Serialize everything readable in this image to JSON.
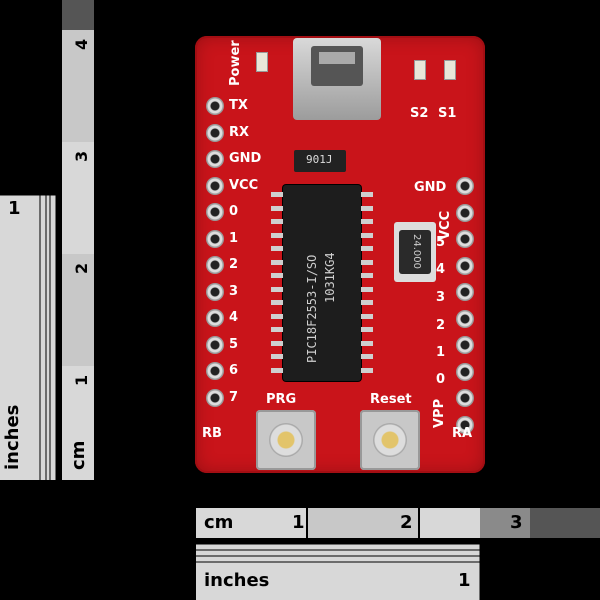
{
  "ruler_vertical": {
    "inch_label": "inches",
    "inch_tick": "1",
    "cm_label": "cm",
    "cm_ticks": [
      "1",
      "2",
      "3",
      "4"
    ]
  },
  "ruler_horizontal": {
    "cm_label": "cm",
    "cm_ticks": [
      "1",
      "2",
      "3"
    ],
    "inch_label": "inches",
    "inch_tick": "1"
  },
  "board": {
    "top_labels": {
      "power": "Power",
      "s2": "S2",
      "s1": "S1"
    },
    "left_labels": [
      "TX",
      "RX",
      "GND",
      "VCC",
      "0",
      "1",
      "2",
      "3",
      "4",
      "5",
      "6",
      "7",
      "RB"
    ],
    "right_labels": [
      "GND",
      "VCC",
      "5",
      "4",
      "3",
      "2",
      "1",
      "0",
      "VPP",
      "RA"
    ],
    "button_labels": {
      "prg": "PRG",
      "reset": "Reset"
    },
    "chip_text": [
      "PIC18F2553-I/SO",
      "1031KG4"
    ],
    "small_ic_text": "901J",
    "crystal_text": "24.000"
  }
}
